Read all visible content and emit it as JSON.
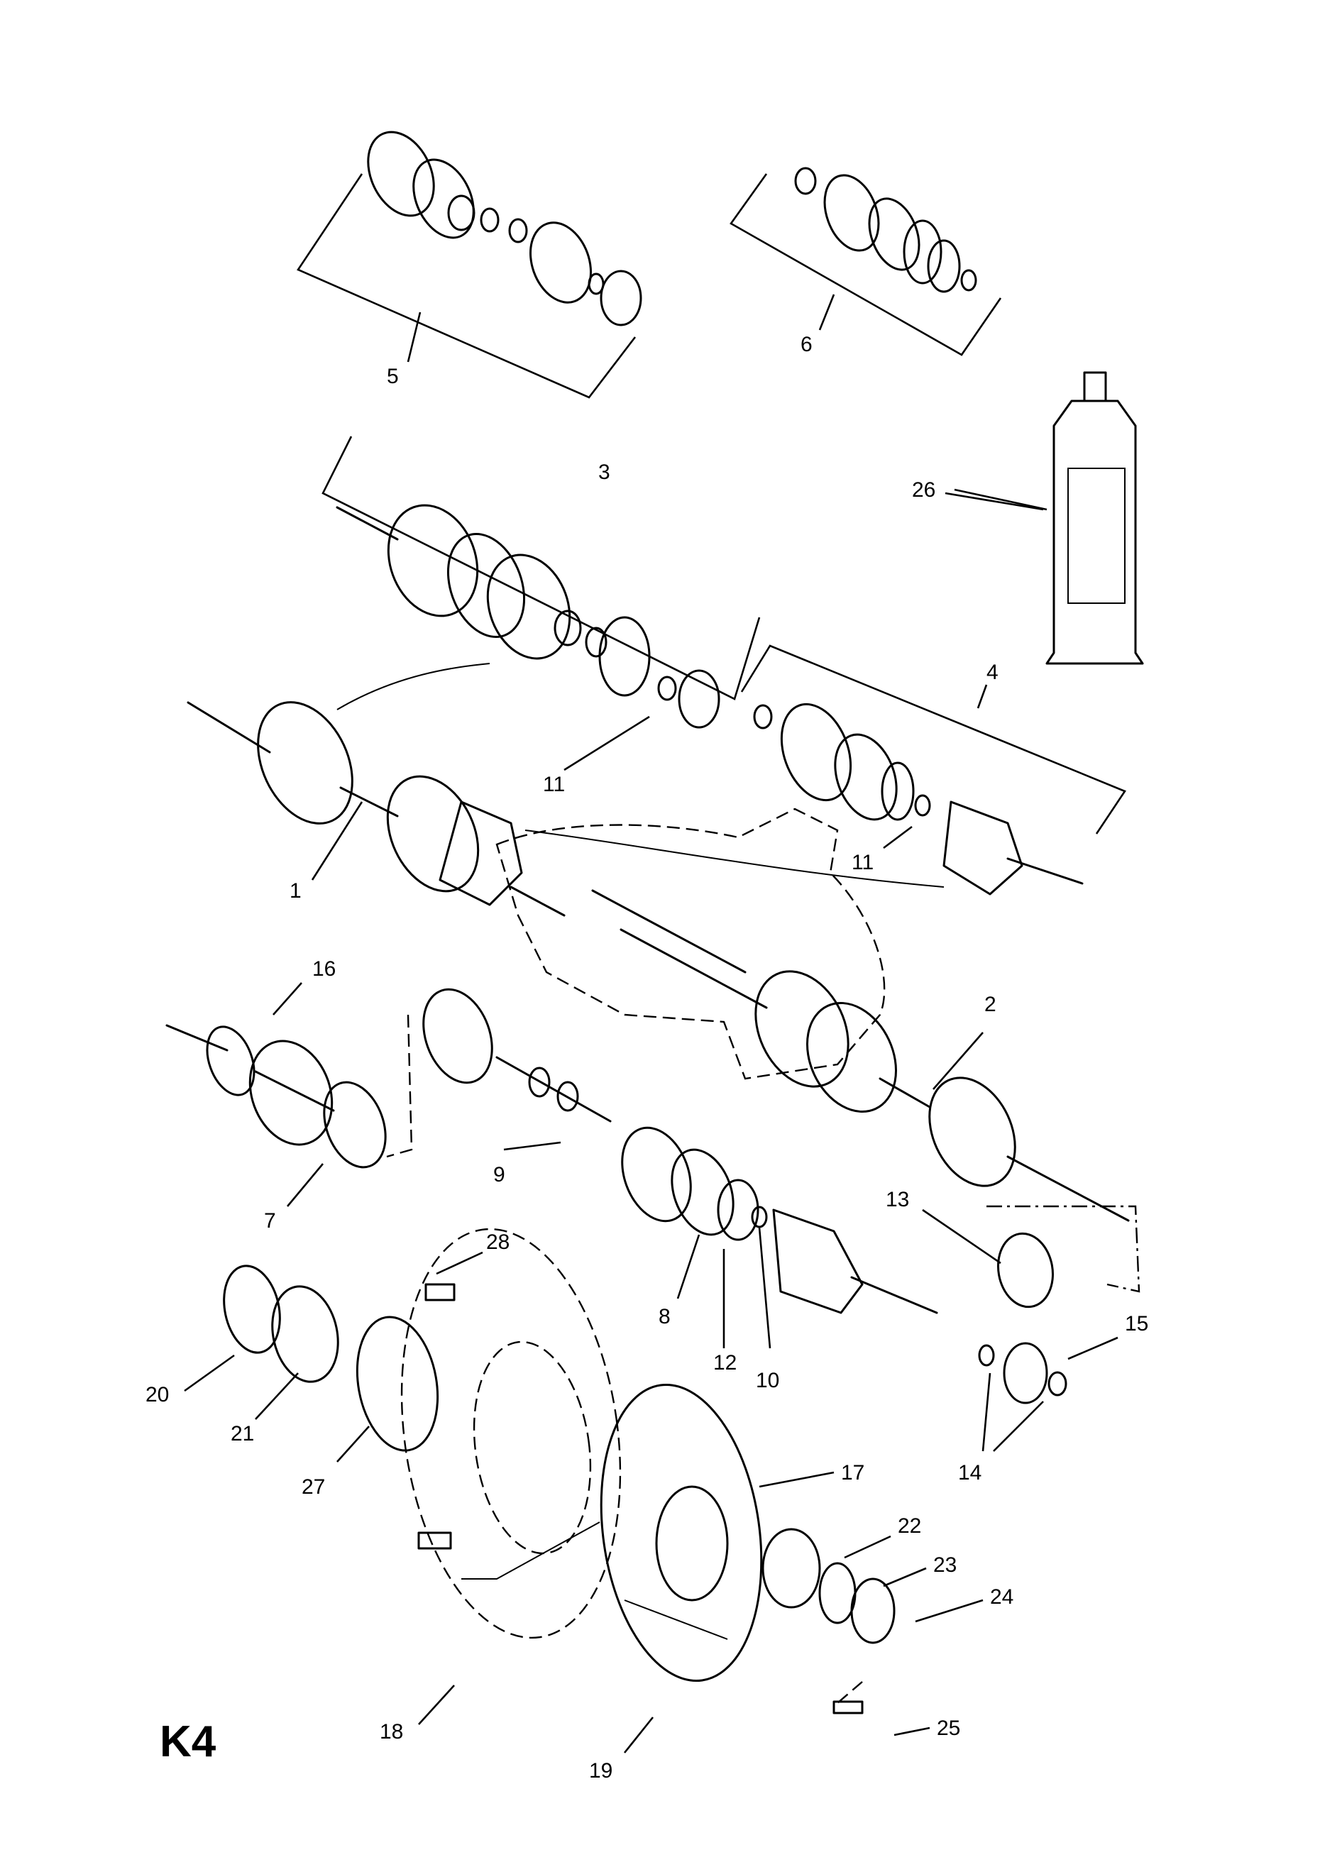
{
  "page_label": "K4",
  "callouts": [
    "1",
    "2",
    "3",
    "4",
    "5",
    "6",
    "7",
    "8",
    "9",
    "10",
    "11",
    "11",
    "12",
    "13",
    "14",
    "15",
    "16",
    "17",
    "18",
    "19",
    "20",
    "21",
    "22",
    "23",
    "24",
    "25",
    "26",
    "27",
    "28"
  ]
}
